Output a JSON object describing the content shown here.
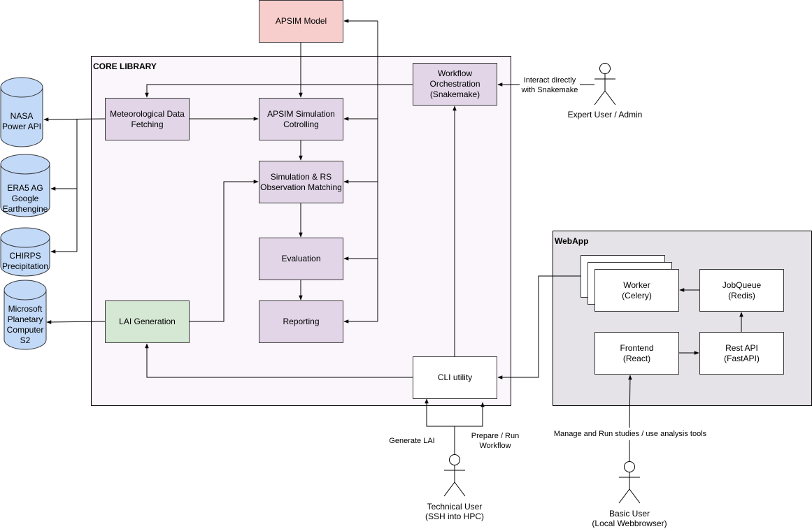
{
  "containers": {
    "core_library": "CORE LIBRARY",
    "webapp": "WebApp"
  },
  "nodes": {
    "apsim_model": "APSIM Model",
    "workflow_orchestration": "Workflow\nOrchestration\n(Snakemake)",
    "meteorological_data_fetching": "Meteorological Data\nFetching",
    "apsim_simulation_controlling": "APSIM Simulation\nCotrolling",
    "simulation_rs_matching": "Simulation & RS\nObservation Matching",
    "evaluation": "Evaluation",
    "reporting": "Reporting",
    "lai_generation": "LAI Generation",
    "cli_utility": "CLI utility",
    "worker": "Worker\n(Celery)",
    "jobqueue": "JobQueue\n(Redis)",
    "frontend": "Frontend\n(React)",
    "rest_api": "Rest API\n(FastAPI)"
  },
  "datastores": {
    "nasa_power": "NASA\nPower API",
    "era5": "ERA5 AG\nGoogle\nEarthengine",
    "chirps": "CHIRPS\nPrecipitation",
    "planetary_computer": "Microsoft\nPlanetary\nComputer\nS2"
  },
  "actors": {
    "expert_user": "Expert User / Admin",
    "technical_user": "Technical User\n(SSH into HPC)",
    "basic_user": "Basic User\n(Local Webbrowser)"
  },
  "edge_labels": {
    "interact_snakemake": "Interact directly\nwith Snakemake",
    "generate_lai": "Generate LAI",
    "prepare_run": "Prepare / Run\nWorkflow",
    "manage_run": "Manage and Run studies / use analysis tools"
  },
  "colors": {
    "purple_fill": "#e1d5e7",
    "pink_fill": "#f8cecc",
    "green_fill": "#d5e8d4",
    "datastore_fill": "#c2d9f7",
    "core_background": "#fbf6fb",
    "webapp_background": "#e5e3e7"
  }
}
